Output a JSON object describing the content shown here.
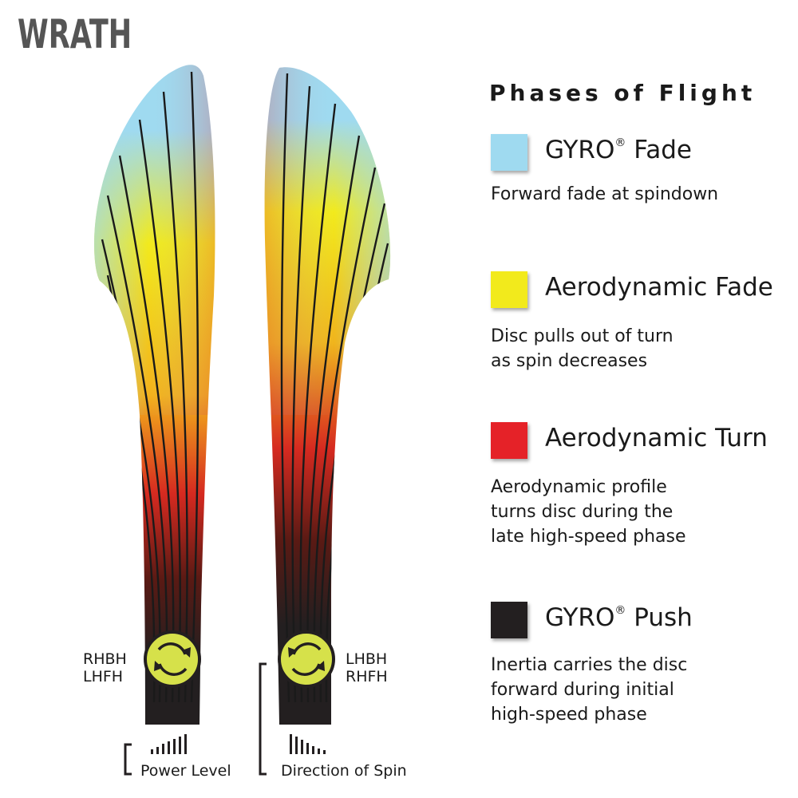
{
  "title": "WRATH",
  "legend": {
    "heading": "Phases of Flight",
    "items": [
      {
        "name": "GYRO",
        "sup": "®",
        "suffix": " Fade",
        "color": "#9fdaf0",
        "desc": "Forward fade at spindown"
      },
      {
        "name": "Aerodynamic Fade",
        "sup": "",
        "suffix": "",
        "color": "#f2ea1c",
        "desc": "Disc pulls out of turn\nas spin decreases"
      },
      {
        "name": "Aerodynamic Turn",
        "sup": "",
        "suffix": "",
        "color": "#e52228",
        "desc": "Aerodynamic profile\nturns disc during the\nlate high-speed phase"
      },
      {
        "name": "GYRO",
        "sup": "®",
        "suffix": " Push",
        "color": "#231f20",
        "desc": "Inertia carries the disc\nforward during initial\nhigh-speed phase"
      }
    ]
  },
  "left_path": {
    "throws": "RHBH\nLHFH",
    "spin": "clockwise"
  },
  "right_path": {
    "throws": "LHBH\nRHFH",
    "spin": "counterclockwise"
  },
  "power_level_label": "Power Level",
  "direction_of_spin_label": "Direction of Spin",
  "colors": {
    "gyro_fade": "#9fdaf0",
    "aero_fade": "#f2ea1c",
    "aero_turn": "#e52228",
    "gyro_push": "#231f20",
    "disc": "#d6e14a"
  }
}
